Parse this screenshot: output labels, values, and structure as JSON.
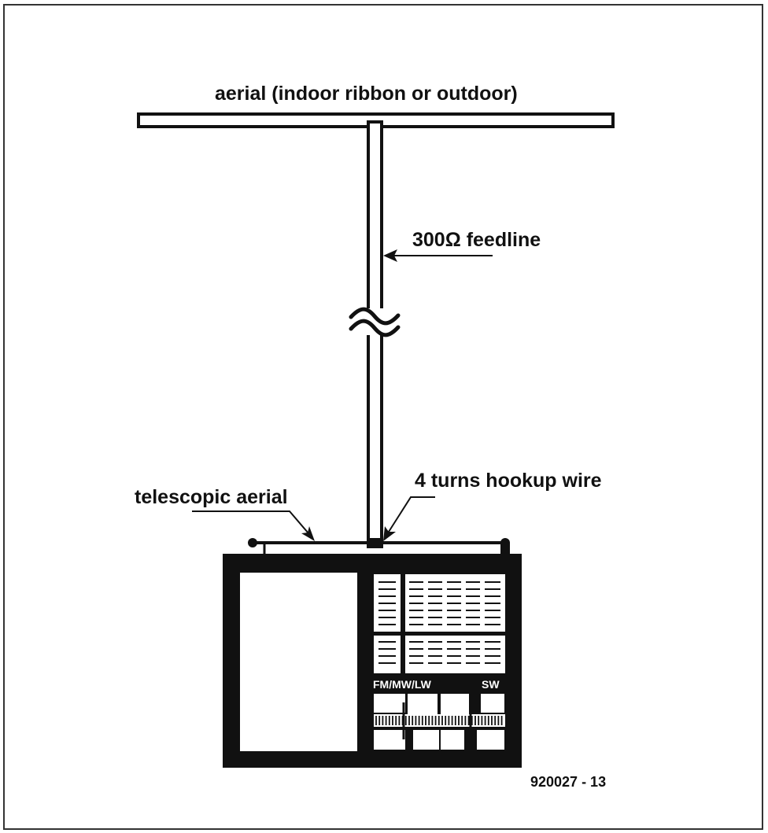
{
  "labels": {
    "aerial": "aerial (indoor ribbon or outdoor)",
    "feedline": "300Ω feedline",
    "telescopic": "telescopic aerial",
    "hookup": "4 turns hookup wire",
    "band_fm": "FM/MW/LW",
    "band_sw": "SW",
    "figure_number": "920027 - 13"
  },
  "colors": {
    "ink": "#111111",
    "paper": "#ffffff",
    "frame": "#333333"
  }
}
